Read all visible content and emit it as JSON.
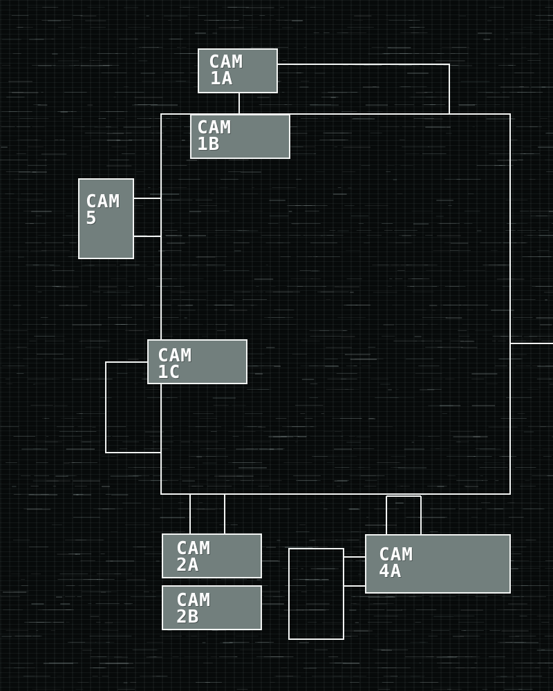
{
  "cameras": {
    "cam1a": {
      "line1": "CAM",
      "line2": "1A"
    },
    "cam1b": {
      "line1": "CAM",
      "line2": "1B"
    },
    "cam5": {
      "line1": "CAM",
      "line2": "5"
    },
    "cam1c": {
      "line1": "CAM",
      "line2": "1C"
    },
    "cam2a": {
      "line1": "CAM",
      "line2": "2A"
    },
    "cam2b": {
      "line1": "CAM",
      "line2": "2B"
    },
    "cam4a": {
      "line1": "CAM",
      "line2": "4A"
    }
  },
  "colors": {
    "background": "#070a0a",
    "button_fill": "#727f7d",
    "outline": "#f2f4f3"
  }
}
